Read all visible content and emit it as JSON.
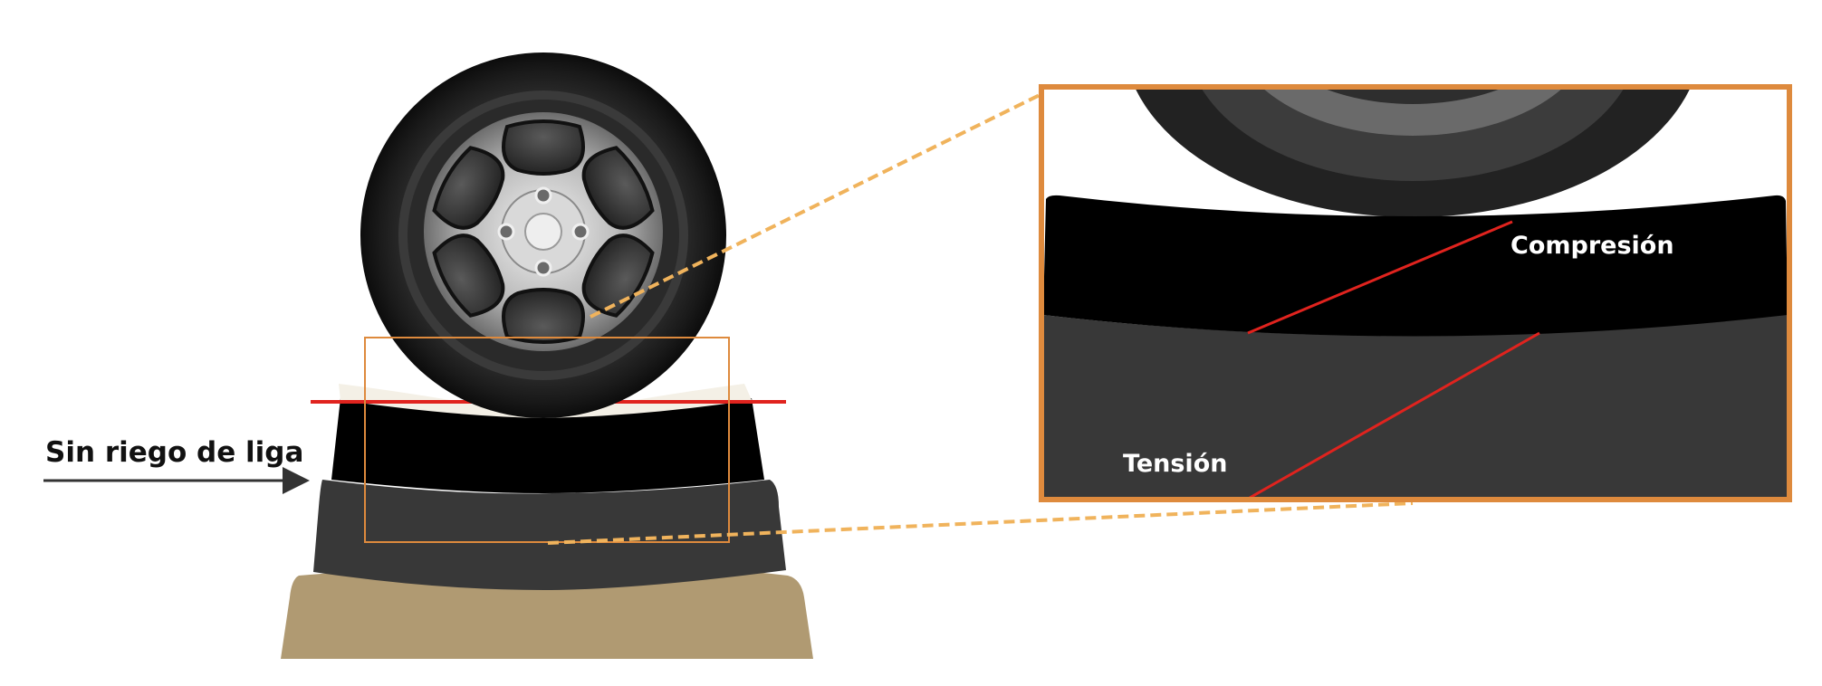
{
  "labels": {
    "unbonded": "Sin riego de liga",
    "compression": "Compresión",
    "tension": "Tensión"
  },
  "colors": {
    "tire": "#1e1e1e",
    "rim": "#c9c9c9",
    "top_layer": "#000000",
    "bottom_layer": "#383838",
    "base_soil": "#b09a72",
    "asphalt_surface": "#f4f0e6",
    "stress_line": "#e0231e",
    "zoom_frame": "#de8a3d",
    "leader_line": "#f0b35c"
  },
  "icons": [
    "arrow-right-icon"
  ]
}
